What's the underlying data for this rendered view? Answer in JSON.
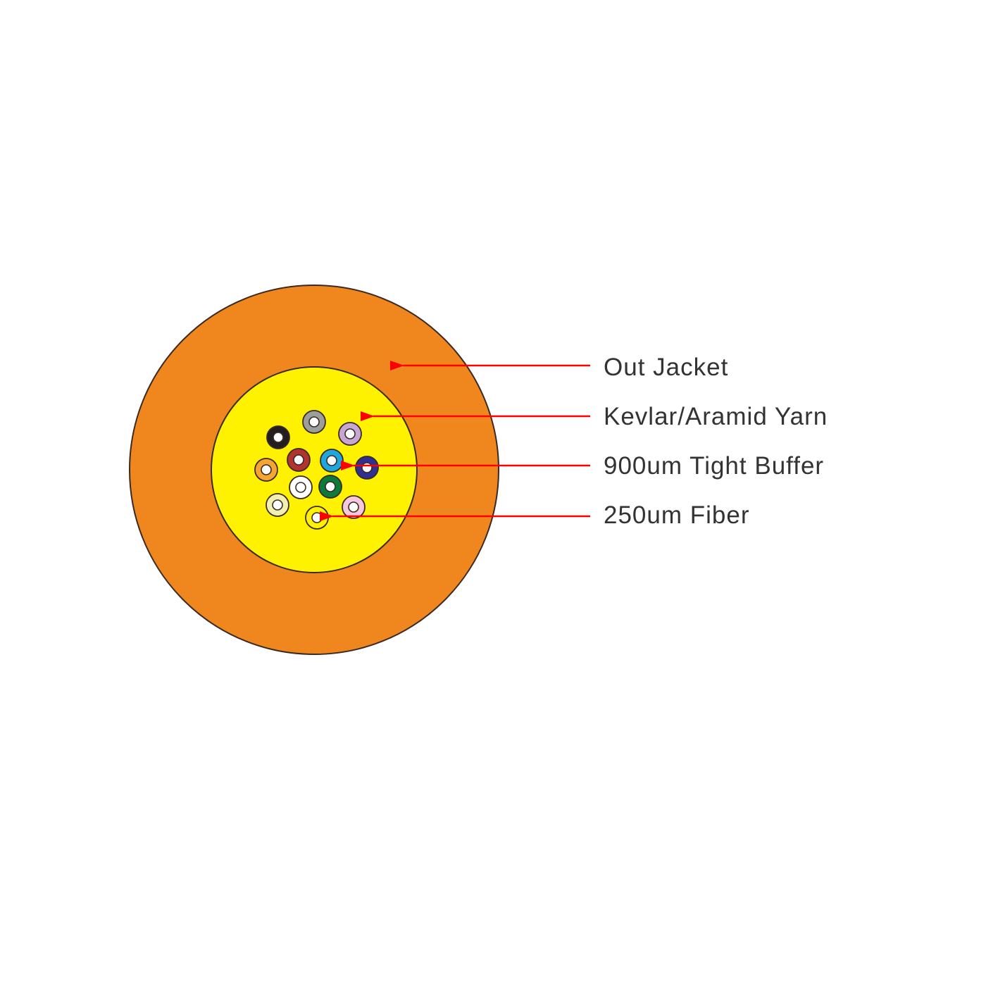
{
  "colors": {
    "background": "#ffffff",
    "outline": "#3a2a24",
    "jacket": "#ef861e",
    "kevlar": "#fff200",
    "arrow": "#ff0000",
    "label_text": "#333333",
    "fiber_core": "#ffffff"
  },
  "labels": {
    "out_jacket": "Out Jacket",
    "kevlar_yarn": "Kevlar/Aramid Yarn",
    "tight_buffer": "900um Tight Buffer",
    "fiber": "250um Fiber"
  },
  "fibers": [
    {
      "name": "black",
      "color": "#231f20"
    },
    {
      "name": "grey",
      "color": "#9d9d9c"
    },
    {
      "name": "violet",
      "color": "#c7a6d3"
    },
    {
      "name": "orange",
      "color": "#f6a433"
    },
    {
      "name": "brown",
      "color": "#b2332f"
    },
    {
      "name": "aqua",
      "color": "#1fa6df"
    },
    {
      "name": "blue",
      "color": "#2e3192"
    },
    {
      "name": "white",
      "color": "#ffffff"
    },
    {
      "name": "green",
      "color": "#0b7a3b"
    },
    {
      "name": "light-yellow",
      "color": "#f2f0b0"
    },
    {
      "name": "yellow",
      "color": "#fff200"
    },
    {
      "name": "rose",
      "color": "#f7c7dc"
    }
  ]
}
